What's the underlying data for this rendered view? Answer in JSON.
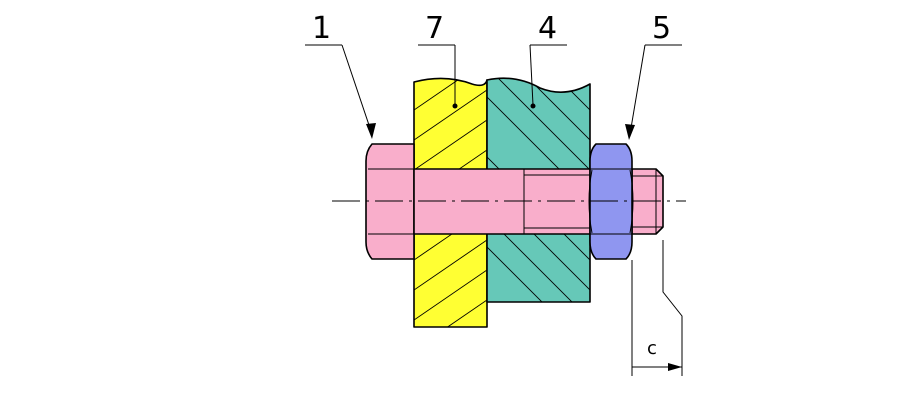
{
  "callouts": [
    {
      "id": "bolt",
      "number": "1"
    },
    {
      "id": "plate-yellow",
      "number": "7"
    },
    {
      "id": "plate-teal",
      "number": "4"
    },
    {
      "id": "nut",
      "number": "5"
    }
  ],
  "dimension": {
    "label": "c"
  },
  "colors": {
    "bolt": "#f9aecb",
    "plate_yellow": "#ffff33",
    "plate_teal": "#66c8b8",
    "nut": "#8f96f0",
    "line": "#000000"
  }
}
